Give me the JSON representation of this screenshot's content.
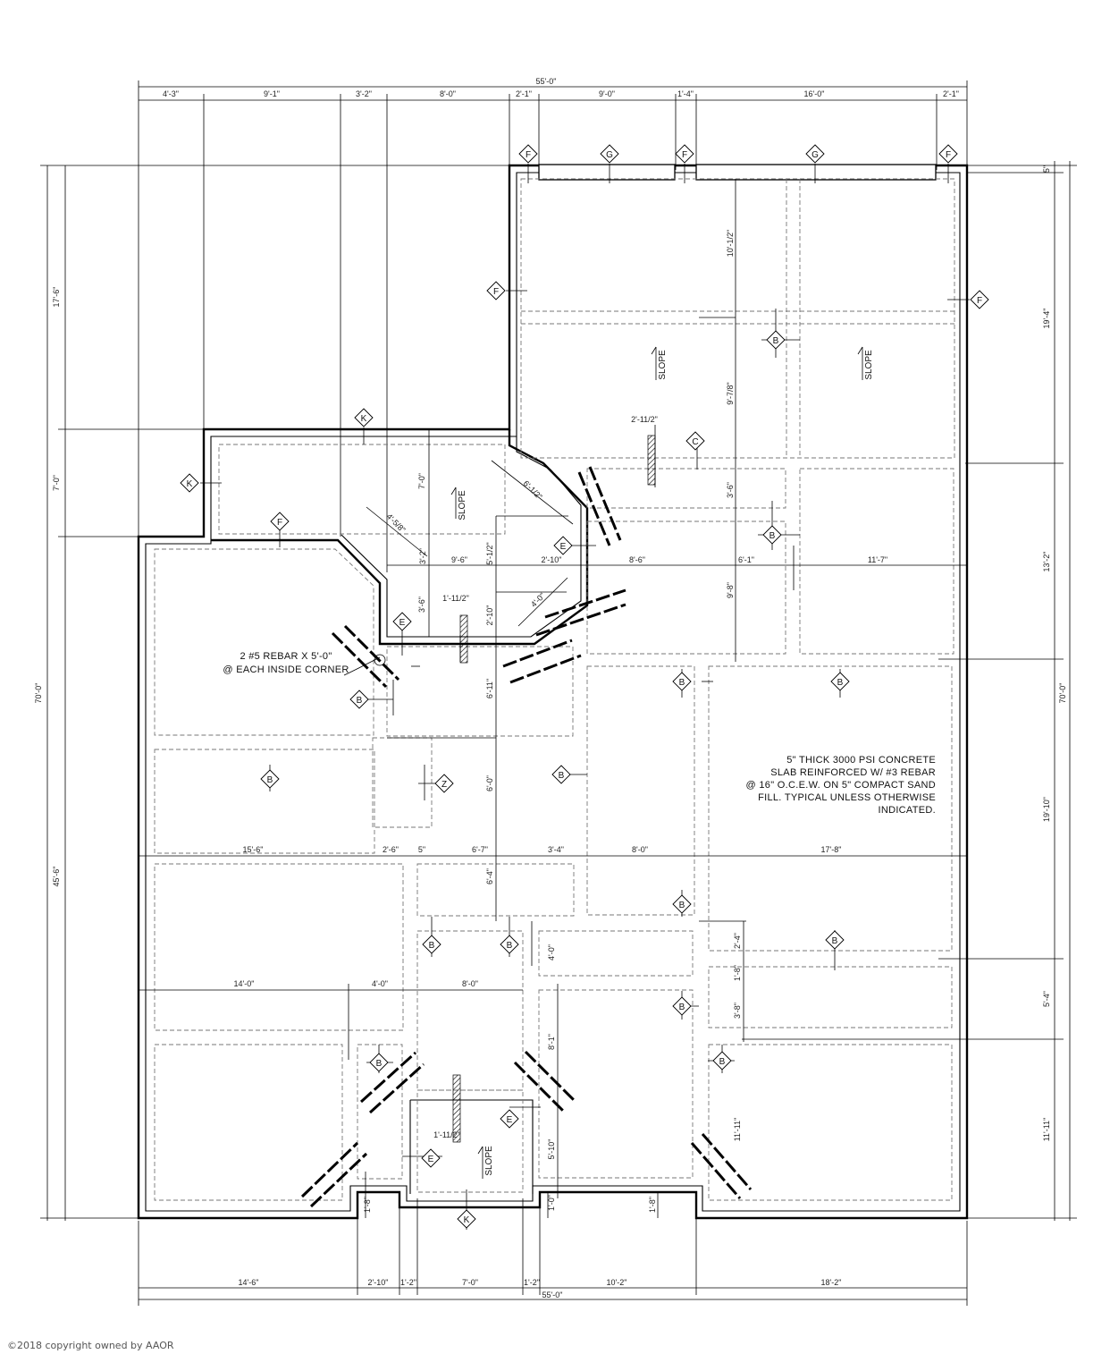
{
  "dimensions": {
    "top_overall": "55'-0\"",
    "top_segments": [
      "4'-3\"",
      "9'-1\"",
      "3'-2\"",
      "8'-0\"",
      "2'-1\"",
      "9'-0\"",
      "1'-4\"",
      "16'-0\"",
      "2'-1\""
    ],
    "bottom_overall": "55'-0\"",
    "bottom_segments": [
      "14'-6\"",
      "2'-10\"",
      "1'-2\"",
      "7'-0\"",
      "1'-2\"",
      "10'-2\"",
      "18'-2\""
    ],
    "left": [
      "17'-6\"",
      "7'-0\"",
      "70'-0\"",
      "45'-6\""
    ],
    "right": [
      "5\"",
      "19'-4\"",
      "13'-2\"",
      "70'-0\"",
      "19'-10\"",
      "5'-4\"",
      "11'-11\""
    ],
    "interior": {
      "d_10_half": "10'-1/2\"",
      "d_9_7half": "9'-7/8\"",
      "d_2_1half": "2'-11/2\"",
      "d_3_6_upper": "3'-6\"",
      "d_7_0": "7'-0\"",
      "d_6_1half": "6'-1/2\"",
      "d_4_5": "4'-5/8\"",
      "d_3_2": "3'-2\"",
      "d_9_6": "9'-6\"",
      "d_5_1half": "5'-1/2\"",
      "d_2_10a": "2'-10\"",
      "d_4_0a": "4'-0\"",
      "d_8_6": "8'-6\"",
      "d_6_1": "6'-1\"",
      "d_11_7": "11'-7\"",
      "d_9_8": "9'-8\"",
      "d_3_6_mid": "3'-6\"",
      "d_1_1half": "1'-11/2\"",
      "d_2_10b": "2'-10\"",
      "d_6_11": "6'-11\"",
      "d_6_0": "6'-0\"",
      "d_15_6": "15'-6\"",
      "d_2_6": "2'-6\"",
      "d_5": "5\"",
      "d_6_7": "6'-7\"",
      "d_3_4": "3'-4\"",
      "d_8_0a": "8'-0\"",
      "d_17_8": "17'-8\"",
      "d_6_4": "6'-4\"",
      "d_2_4": "2'-4\"",
      "d_4_0b": "4'-0\"",
      "d_14_0": "14'-0\"",
      "d_4_0c": "4'-0\"",
      "d_8_0b": "8'-0\"",
      "d_1_8a": "1'-8\"",
      "d_3_8": "3'-8\"",
      "d_8_1": "8'-1\"",
      "d_1_1half_b": "1'-11/2\"",
      "d_5_10": "5'-10\"",
      "d_11_11": "11'-11\"",
      "d_1_8b": "1'-8\"",
      "d_1_0": "1'-0\"",
      "d_1_8c": "1'-8\""
    }
  },
  "notes": {
    "rebar_line1": "2 #5 REBAR X 5'-0\"",
    "rebar_line2": "@ EACH INSIDE CORNER",
    "slab_lines": [
      "5\" THICK 3000 PSI CONCRETE",
      "SLAB REINFORCED W/ #3 REBAR",
      "@ 16\" O.C.E.W. ON 5\" COMPACT SAND",
      "FILL. TYPICAL UNLESS OTHERWISE",
      "INDICATED."
    ],
    "slope": "SLOPE"
  },
  "tags": {
    "F": "F",
    "G": "G",
    "B": "B",
    "C": "C",
    "E": "E",
    "K": "K",
    "Z": "Z"
  },
  "copyright": "©2018 copyright owned by AAOR"
}
